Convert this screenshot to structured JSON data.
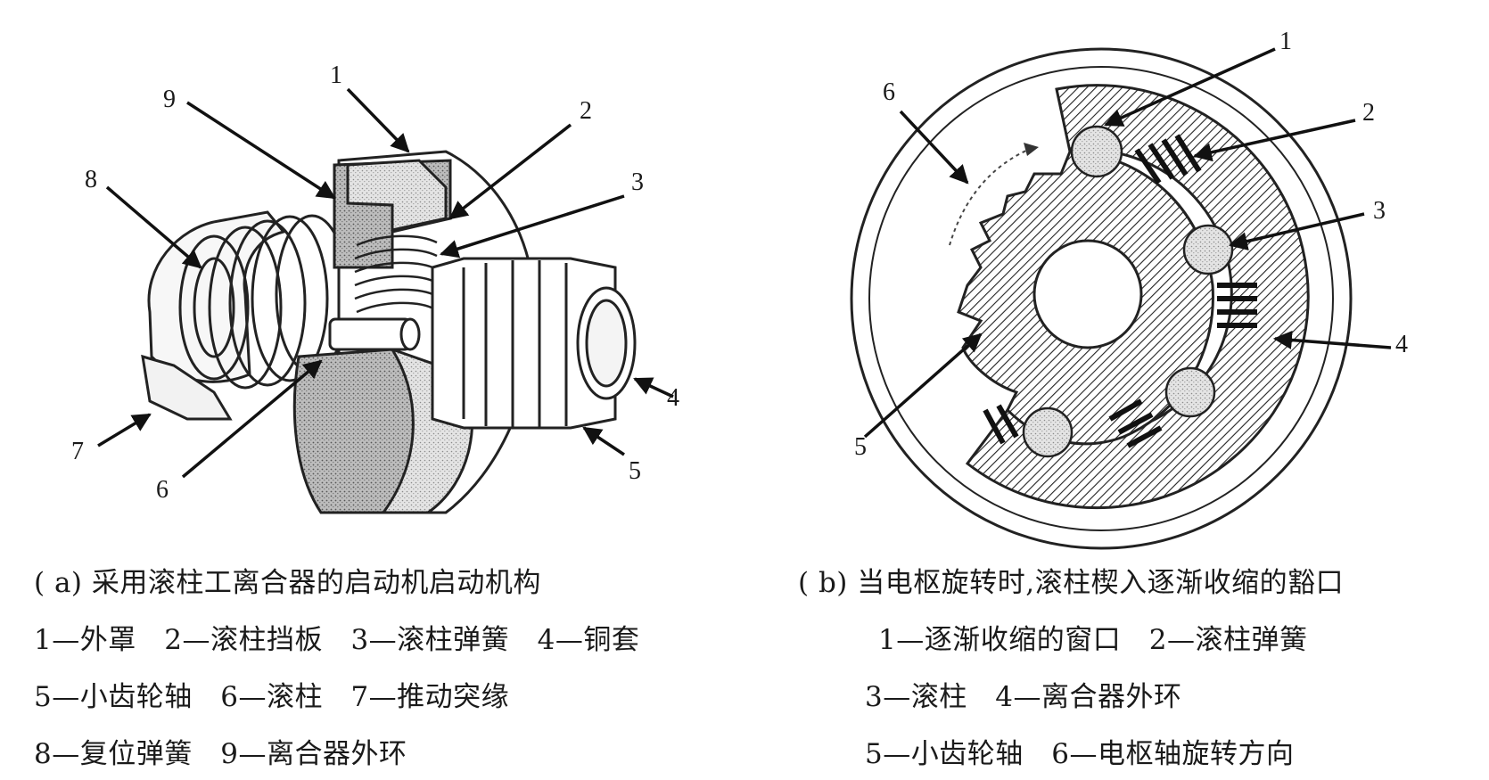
{
  "figure_a": {
    "callouts": [
      "1",
      "2",
      "3",
      "4",
      "5",
      "6",
      "7",
      "8",
      "9"
    ],
    "caption": "( a) 采用滚柱工离合器的启动机启动机构",
    "legend": [
      "1—外罩　2—滚柱挡板　3—滚柱弹簧　4—铜套",
      "5—小齿轮轴　6—滚柱　7—推动突缘",
      "8—复位弹簧　9—离合器外环"
    ]
  },
  "figure_b": {
    "callouts": [
      "1",
      "2",
      "3",
      "4",
      "5",
      "6"
    ],
    "caption": "( b) 当电枢旋转时,滚柱楔入逐渐收缩的豁口",
    "legend": [
      "1—逐渐收缩的窗口　2—滚柱弹簧",
      "3—滚柱　4—离合器外环",
      "5—小齿轮轴　6—电枢轴旋转方向"
    ]
  }
}
